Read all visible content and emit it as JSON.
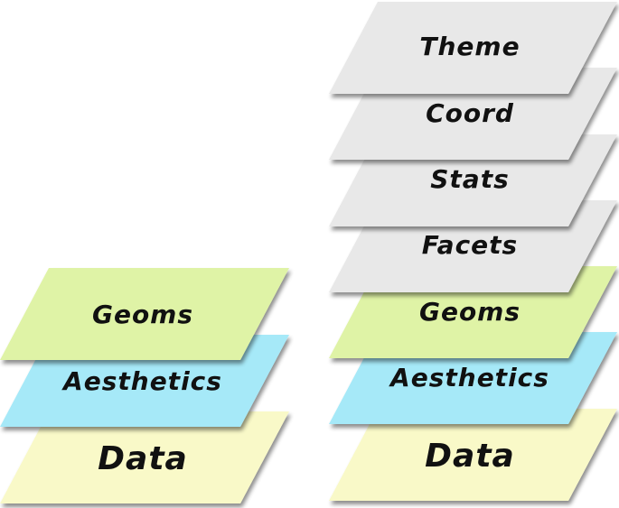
{
  "left_stack": {
    "layers": [
      {
        "label": "Data",
        "color": "#f9f9c8"
      },
      {
        "label": "Aesthetics",
        "color": "#a6e9f8"
      },
      {
        "label": "Geoms",
        "color": "#dff3a6"
      }
    ]
  },
  "right_stack": {
    "layers": [
      {
        "label": "Data",
        "color": "#f9f9c8"
      },
      {
        "label": "Aesthetics",
        "color": "#a6e9f8"
      },
      {
        "label": "Geoms",
        "color": "#dff3a6"
      },
      {
        "label": "Facets",
        "color": "#e8e8e8"
      },
      {
        "label": "Stats",
        "color": "#e8e8e8"
      },
      {
        "label": "Coord",
        "color": "#e8e8e8"
      },
      {
        "label": "Theme",
        "color": "#e8e8e8"
      }
    ]
  }
}
